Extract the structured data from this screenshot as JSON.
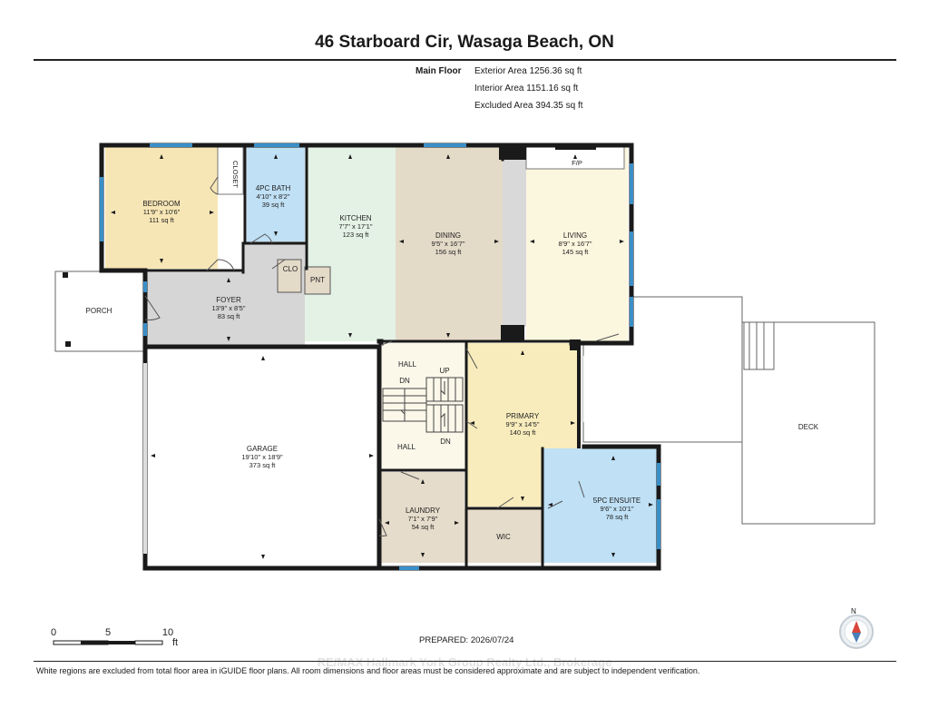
{
  "header": {
    "title": "46 Starboard Cir, Wasaga Beach, ON",
    "floor_label": "Main Floor",
    "exterior_area": "Exterior Area 1256.36 sq ft",
    "interior_area": "Interior Area 1151.16 sq ft",
    "excluded_area": "Excluded Area 394.35 sq ft"
  },
  "rooms": {
    "bedroom": {
      "name": "BEDROOM",
      "dims": "11'9\" x 10'6\"",
      "area": "111 sq ft"
    },
    "closet": {
      "name": "CLOSET"
    },
    "bath": {
      "name": "4PC BATH",
      "dims": "4'10\" x 8'2\"",
      "area": "39 sq ft"
    },
    "kitchen": {
      "name": "KITCHEN",
      "dims": "7'7\" x 17'1\"",
      "area": "123 sq ft"
    },
    "dining": {
      "name": "DINING",
      "dims": "9'5\" x 16'7\"",
      "area": "156 sq ft"
    },
    "living": {
      "name": "LIVING",
      "dims": "8'9\" x 16'7\"",
      "area": "145 sq ft"
    },
    "fp": {
      "name": "F/P"
    },
    "porch": {
      "name": "PORCH"
    },
    "foyer": {
      "name": "FOYER",
      "dims": "13'9\" x 8'5\"",
      "area": "83 sq ft"
    },
    "clo": {
      "name": "CLO"
    },
    "pnt": {
      "name": "PNT"
    },
    "garage": {
      "name": "GARAGE",
      "dims": "19'10\" x 18'9\"",
      "area": "373 sq ft"
    },
    "hall_top": {
      "name": "HALL"
    },
    "hall_bottom": {
      "name": "HALL"
    },
    "stair_dn_top": {
      "name": "DN"
    },
    "stair_up": {
      "name": "UP"
    },
    "stair_dn_bottom": {
      "name": "DN"
    },
    "primary": {
      "name": "PRIMARY",
      "dims": "9'9\" x 14'5\"",
      "area": "140 sq ft"
    },
    "laundry": {
      "name": "LAUNDRY",
      "dims": "7'1\" x 7'9\"",
      "area": "54 sq ft"
    },
    "wic": {
      "name": "WIC"
    },
    "ensuite": {
      "name": "5PC ENSUITE",
      "dims": "9'6\" x 10'1\"",
      "area": "78 sq ft"
    },
    "deck": {
      "name": "DECK"
    }
  },
  "scale_bar": {
    "ticks": [
      "0",
      "5",
      "10"
    ],
    "unit": "ft"
  },
  "compass": {
    "label": "N"
  },
  "prepared": "PREPARED: 2026/07/24",
  "footnote": "White regions are excluded from total floor area in iGUIDE floor plans. All room dimensions and floor areas must be considered approximate and are subject to independent verification.",
  "watermark": "RE/MAX Hallmark York Group Realty Ltd., Brokerage",
  "colors": {
    "bedroom": "#f7e6b5",
    "bath": "#bfe0f5",
    "kitchen": "#e4f2e6",
    "dining": "#e4dac8",
    "living": "#fbf6de",
    "foyer": "#d6d6d6",
    "garage": "#ffffff",
    "primary": "#f8ecbc",
    "laundry": "#e6dccb",
    "wic": "#e6dccb",
    "ensuite": "#bfe0f5",
    "hall": "#fbf8ea",
    "window": "#3a8fc8",
    "wall": "#1a1a1a"
  }
}
